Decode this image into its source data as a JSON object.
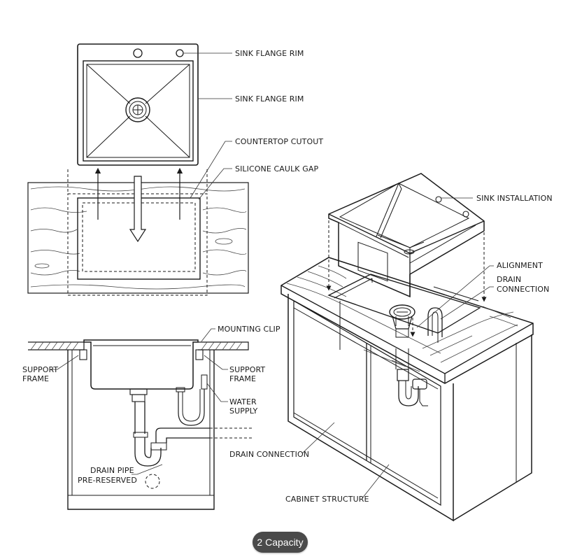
{
  "labels": {
    "sink_flange_rim_top": "SINK FLANGE RIM",
    "sink_flange_rim_mid": "SINK FLANGE RIM",
    "countertop_cutout": "COUNTERTOP CUTOUT",
    "silicone_caulk_gap": "SILICONE CAULK GAP",
    "sink_installation": "SINK INSTALLATION",
    "alignment": "ALIGNMENT",
    "drain_connection_top_1": "DRAIN",
    "drain_connection_top_2": "CONNECTION",
    "mounting_clip": "MOUNTING CLIP",
    "support_frame_left_1": "SUPPORT",
    "support_frame_left_2": "FRAME",
    "support_frame_right_1": "SUPPORT",
    "support_frame_right_2": "FRAME",
    "water_supply_1": "WATER",
    "water_supply_2": "SUPPLY",
    "drain_connection_bottom": "DRAIN CONNECTION",
    "drain_pipe_1": "DRAIN PIPE",
    "drain_pipe_2": "PRE-RESERVED",
    "cabinet_structure": "CABINET STRUCTURE"
  },
  "badge": {
    "label": "2 Capacity"
  },
  "colors": {
    "line": "#1a1a1a",
    "badge_bg": "#4a4a4a",
    "badge_text": "#ffffff"
  }
}
